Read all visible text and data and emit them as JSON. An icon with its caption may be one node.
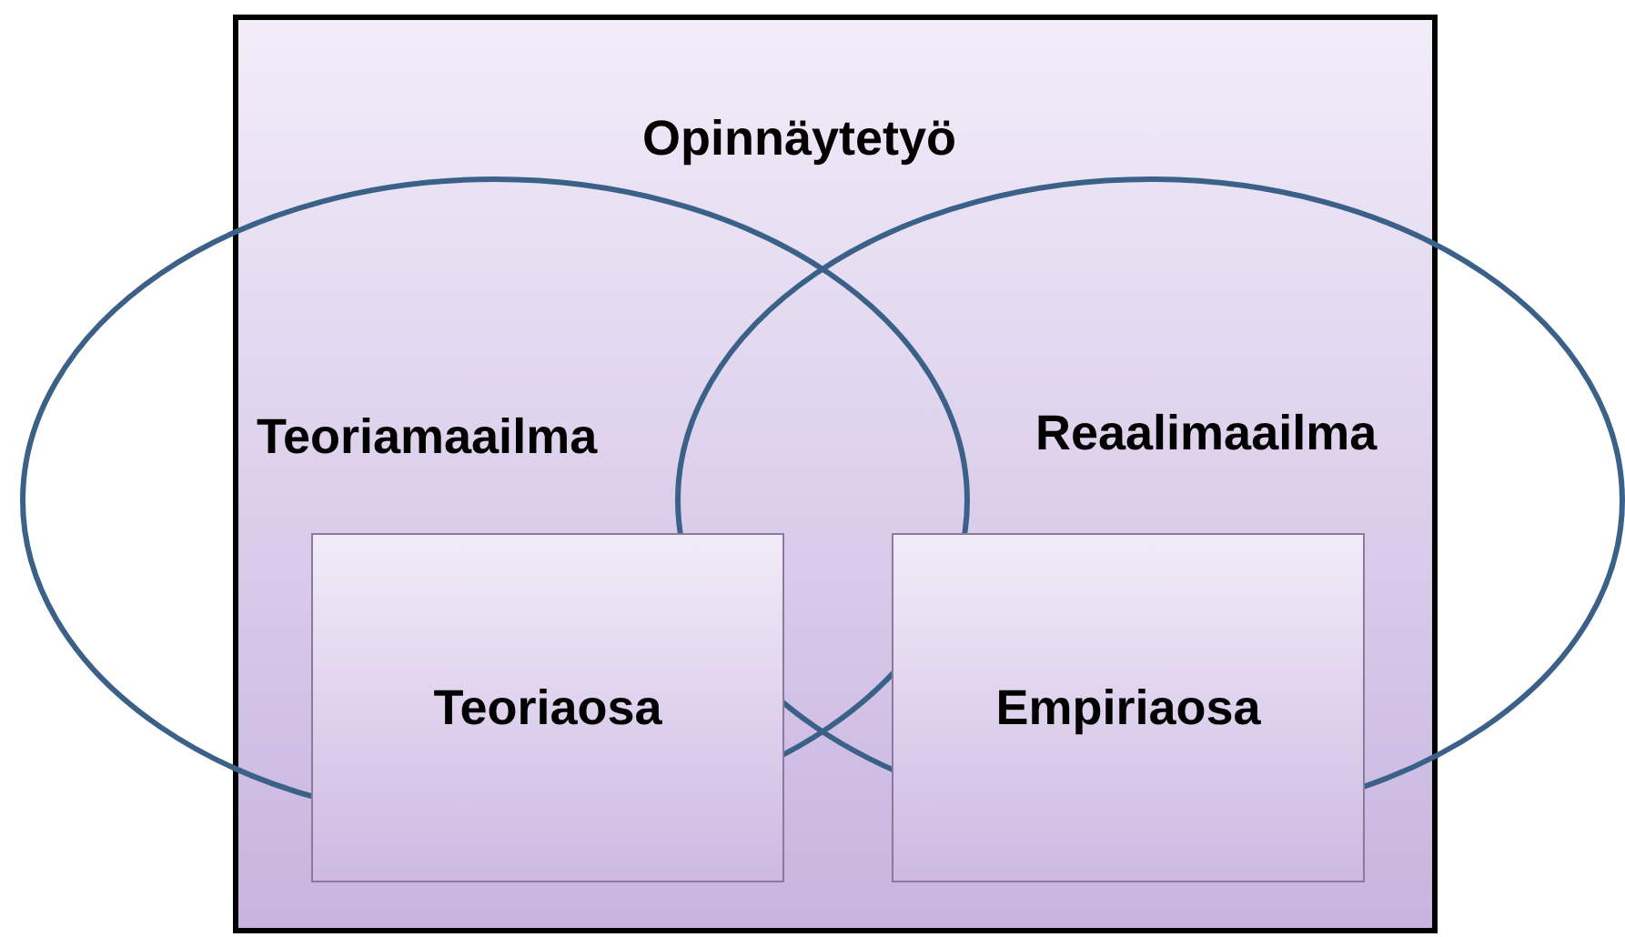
{
  "diagram": {
    "nodes": [
      {
        "text": [
          "Opinnäytetyö"
        ]
      },
      {
        "text": [
          "Teoriamaailma"
        ]
      },
      {
        "text": [
          "Reaalimaailma"
        ]
      },
      {
        "text": [
          "Teoriaosa"
        ],
        "in": 0
      },
      {
        "text": [
          "Empiriaosa"
        ],
        "in": 0
      }
    ]
  }
}
